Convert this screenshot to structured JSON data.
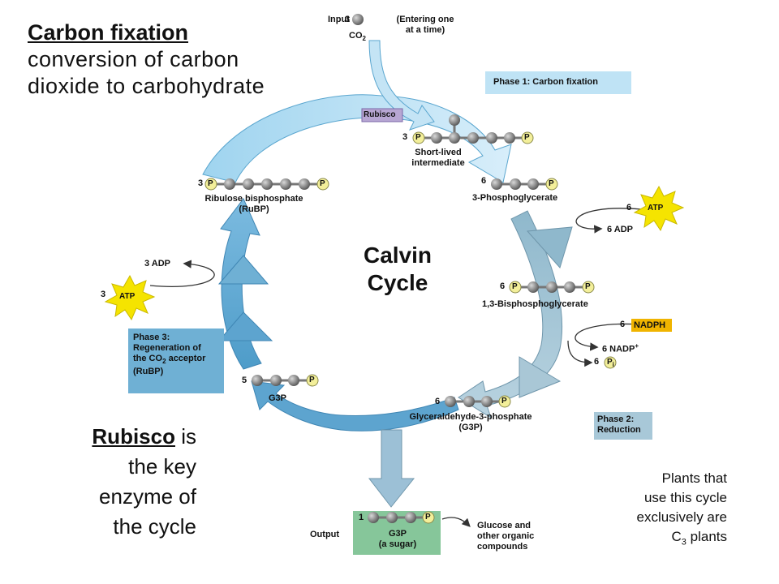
{
  "title": {
    "heading": "Carbon fixation",
    "line1": "conversion of carbon",
    "line2": "dioxide to carbohydrate"
  },
  "rubisco_note": {
    "word": "Rubisco",
    "rest1": "is",
    "line2": "the key",
    "line3": "enzyme of",
    "line4": "the cycle"
  },
  "plants_note": {
    "line1": "Plants that",
    "line2": "use this cycle",
    "line3": "exclusively are",
    "line4_main": "C",
    "line4_sub": "3",
    "line4_rest": " plants"
  },
  "cycle": {
    "center_line1": "Calvin",
    "center_line2": "Cycle"
  },
  "input": {
    "label": "Input",
    "count": "3",
    "molecule": "CO",
    "molecule_sub": "2",
    "note_line1": "(Entering one",
    "note_line2": "at a time)"
  },
  "phases": {
    "phase1": "Phase 1: Carbon fixation",
    "phase2_line1": "Phase 2:",
    "phase2_line2": "Reduction",
    "phase3_line1": "Phase 3:",
    "phase3_line2": "Regeneration  of",
    "phase3_line3a": "the CO",
    "phase3_line3sub": "2",
    "phase3_line3b": " acceptor",
    "phase3_line4": "(RuBP)"
  },
  "enzyme_label": "Rubisco",
  "molecules": {
    "intermediate_count": "3",
    "intermediate_line1": "Short-lived",
    "intermediate_line2": "intermediate",
    "pga_count": "6",
    "pga_name": "3-Phosphoglycerate",
    "bpg_count": "6",
    "bpg_name": "1,3-Bisphosphoglycerate",
    "g3p_count": "6",
    "g3p_line1": "Glyceraldehyde-3-phosphate",
    "g3p_line2": "(G3P)",
    "g3p5_count": "5",
    "g3p5_name": "G3P",
    "rubp_count": "3",
    "rubp_line1": "Ribulose bisphosphate",
    "rubp_line2": "(RuBP)",
    "phosphate": "P"
  },
  "cofactors": {
    "atp1_count": "6",
    "atp_label": "ATP",
    "adp1": "6 ADP",
    "nadph_count": "6",
    "nadph_label": "NADPH",
    "nadp_main": "6 NADP",
    "nadp_sup": "+",
    "pi_count": "6",
    "pi_main": "P",
    "pi_sub": "i",
    "atp3_count": "3",
    "adp3": "3 ADP"
  },
  "output": {
    "label": "Output",
    "count": "1",
    "line1": "G3P",
    "line2": "(a sugar)",
    "products_line1": "Glucose and",
    "products_line2": "other organic",
    "products_line3": "compounds"
  },
  "colors": {
    "phase1_box": "#bfe3f5",
    "phase2_box": "#a8c8d8",
    "phase3_box": "#6fb0d4",
    "output_box": "#86c69a",
    "atp": "#f5e400",
    "nadph": "#f0b400",
    "rubisco": "#b7a6d3"
  }
}
